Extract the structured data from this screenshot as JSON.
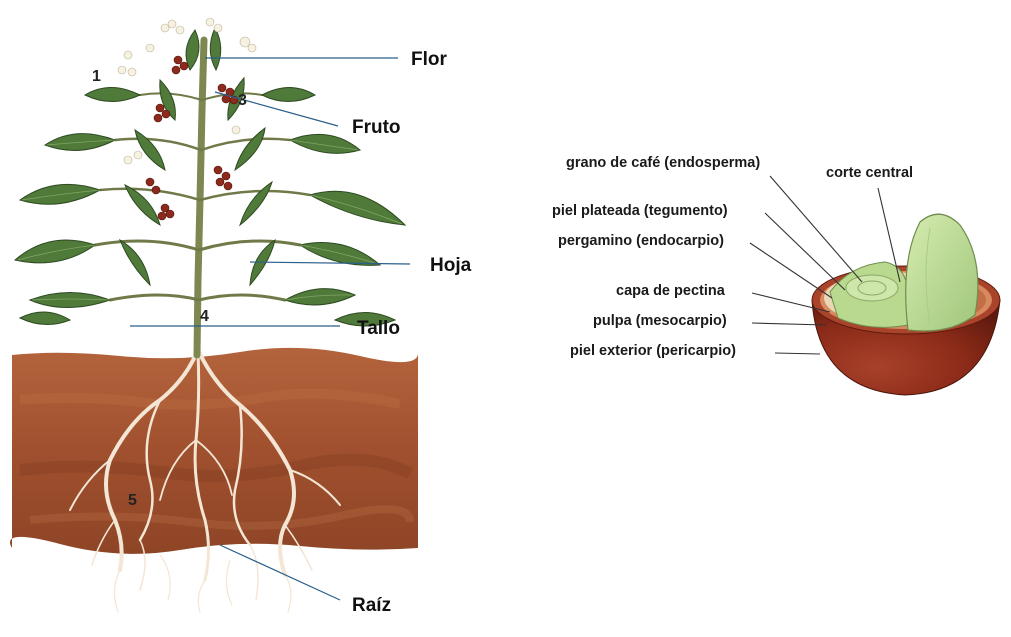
{
  "plant": {
    "labels": {
      "flor": "Flor",
      "fruto": "Fruto",
      "hoja": "Hoja",
      "tallo": "Tallo",
      "raiz": "Raíz"
    },
    "numbers": [
      "1",
      "3",
      "4",
      "5"
    ]
  },
  "bean": {
    "labels": {
      "grano": "grano de café (endosperma)",
      "corte": "corte central",
      "piel_plateada": "piel plateada (tegumento)",
      "pergamino": "pergamino (endocarpio)",
      "pectina": "capa de pectina",
      "pulpa": "pulpa (mesocarpio)",
      "piel_exterior": "piel exterior (pericarpio)"
    }
  },
  "colors": {
    "soil": "#a0502e",
    "leaf": "#4f7a3a",
    "cherry": "#8e2a1c",
    "bean_green": "#b9d98e",
    "leader_line": "#2a5f8a"
  }
}
